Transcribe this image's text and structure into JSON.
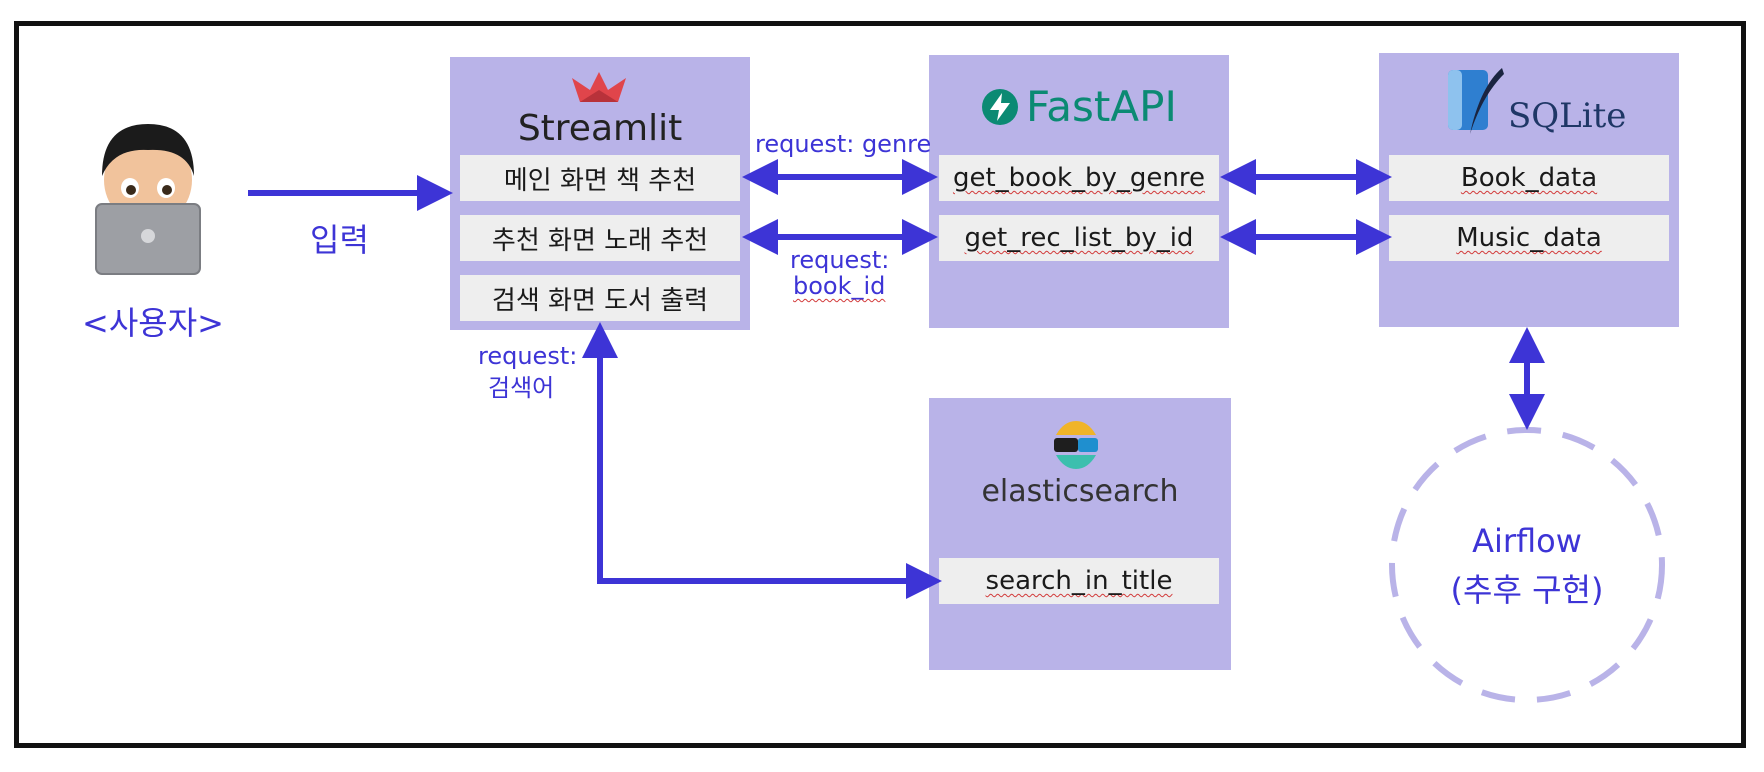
{
  "user": {
    "caption": "<사용자>",
    "arrow_label": "입력"
  },
  "streamlit": {
    "title": "Streamlit",
    "items": [
      "메인 화면 책 추천",
      "추천 화면 노래 추천",
      "검색 화면 도서 출력"
    ]
  },
  "fastapi": {
    "title": "FastAPI",
    "items": [
      "get_book_by_genre",
      "get_rec_list_by_id"
    ]
  },
  "sqlite": {
    "title": "SQLite",
    "items": [
      "Book_data",
      "Music_data"
    ]
  },
  "elasticsearch": {
    "title": "elasticsearch",
    "items": [
      "search_in_title"
    ]
  },
  "airflow": {
    "line1": "Airflow",
    "line2": "(추후 구현)"
  },
  "edges": {
    "genre_label": "request: genre",
    "book_id_label_1": "request:",
    "book_id_label_2": "book_id",
    "search_label_1": "request:",
    "search_label_2": "검색어"
  },
  "colors": {
    "panel": "#b9b3e8",
    "arrow": "#3d34d6",
    "slot": "#eeeeee",
    "fastapi_teal": "#0b8a73",
    "streamlit_red": "#e0454b"
  }
}
